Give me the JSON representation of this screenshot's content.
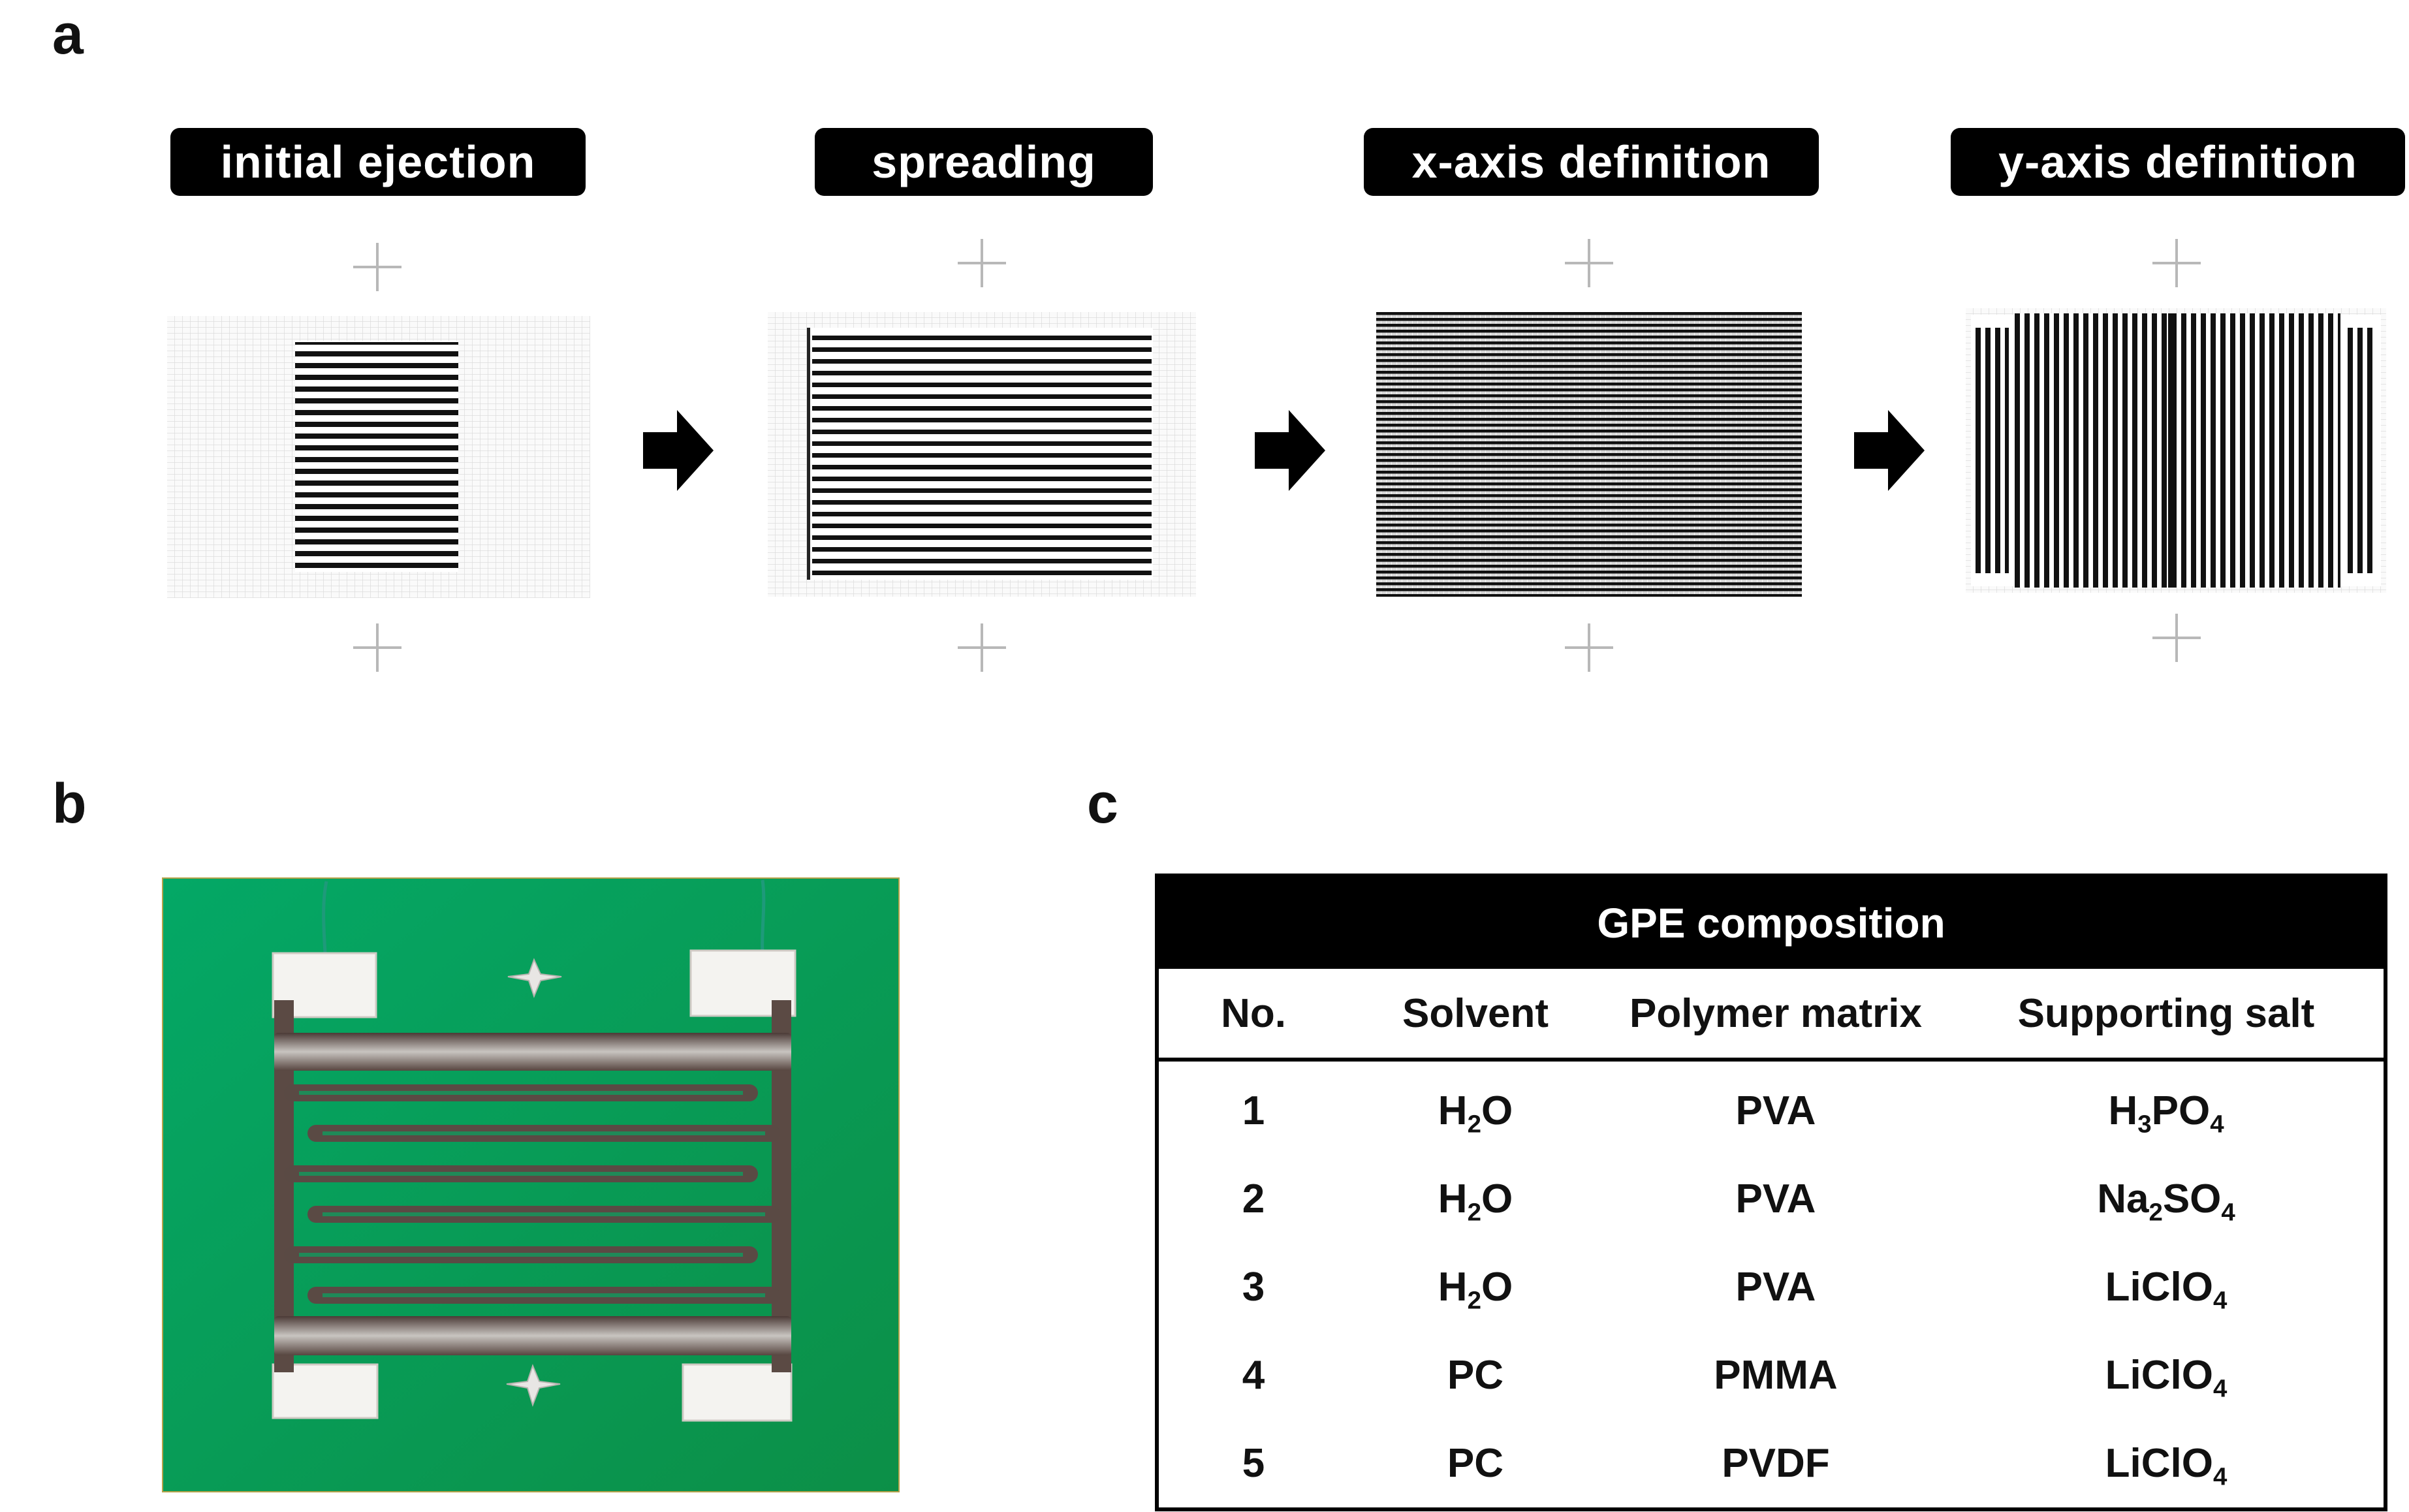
{
  "panels": {
    "a": "a",
    "b": "b",
    "c": "c"
  },
  "steps": [
    {
      "label": "initial ejection"
    },
    {
      "label": "spreading"
    },
    {
      "label": "x-axis definition"
    },
    {
      "label": "y-axis definition"
    }
  ],
  "photo": {
    "description_icon": "device-photo"
  },
  "table": {
    "title": "GPE composition",
    "headers": [
      "No.",
      "Solvent",
      "Polymer matrix",
      "Supporting salt"
    ],
    "rows": [
      {
        "no": "1",
        "solvent": [
          "H",
          "2",
          "O"
        ],
        "polymer": "PVA",
        "salt": [
          "H",
          "3",
          "PO",
          "4"
        ]
      },
      {
        "no": "2",
        "solvent": [
          "H",
          "2",
          "O"
        ],
        "polymer": "PVA",
        "salt": [
          "Na",
          "2",
          "SO",
          "4"
        ]
      },
      {
        "no": "3",
        "solvent": [
          "H",
          "2",
          "O"
        ],
        "polymer": "PVA",
        "salt": [
          "LiClO",
          "4"
        ]
      },
      {
        "no": "4",
        "solvent": [
          "PC"
        ],
        "polymer": "PMMA",
        "salt": [
          "LiClO",
          "4"
        ]
      },
      {
        "no": "5",
        "solvent": [
          "PC"
        ],
        "polymer": "PVDF",
        "salt": [
          "LiClO",
          "4"
        ]
      }
    ]
  },
  "colors": {
    "label_bg": "#000000",
    "board_green": "#0aa15a",
    "electrode": "#5a4a44",
    "grid": "#e6e6e6"
  }
}
